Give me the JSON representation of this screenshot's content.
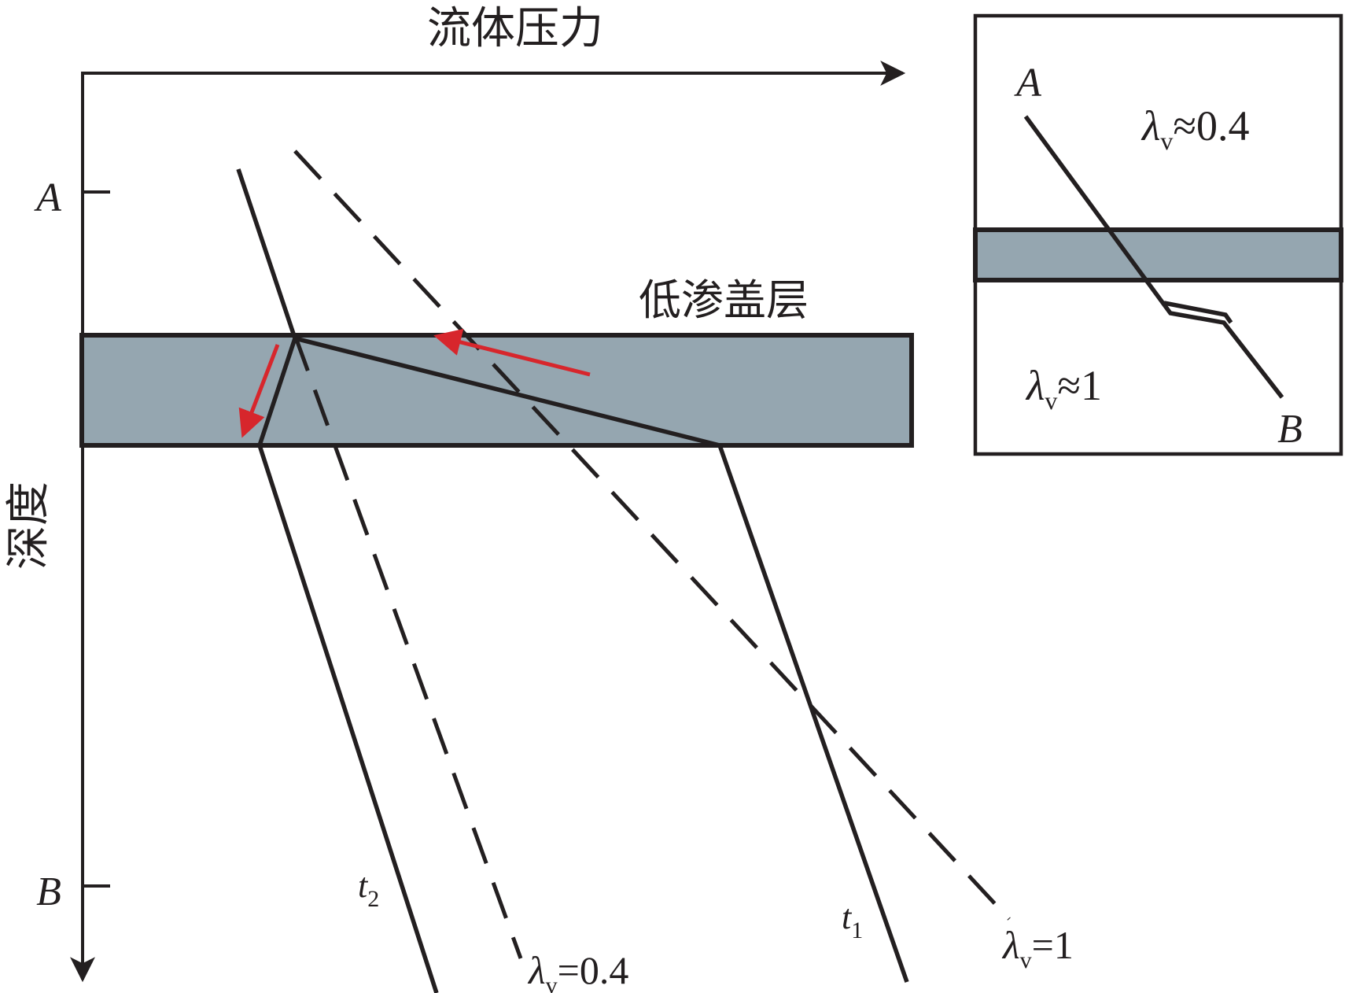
{
  "axes": {
    "x_title": "流体压力",
    "y_title": "深度",
    "y_tick_top": "A",
    "y_tick_bottom": "B"
  },
  "layer_label": "低渗盖层",
  "curve_labels": {
    "t2": {
      "main": "t",
      "sub": "2"
    },
    "t1": {
      "main": "t",
      "sub": "1"
    },
    "lv04": {
      "lambda": "λ",
      "sub": "v",
      "rest": "=0.4"
    },
    "lv1": {
      "lambda": "λ",
      "sub": "v",
      "rest": "=1"
    }
  },
  "inset": {
    "point_top": "A",
    "point_bottom": "B",
    "label_upper": {
      "lambda": "λ",
      "sub": "v",
      "rest": "≈0.4"
    },
    "label_lower": {
      "lambda": "λ",
      "sub": "v",
      "rest": "≈1"
    }
  },
  "colors": {
    "line": "#231f20",
    "layer_fill": "#95a6b0",
    "arrow": "#d7262c"
  }
}
